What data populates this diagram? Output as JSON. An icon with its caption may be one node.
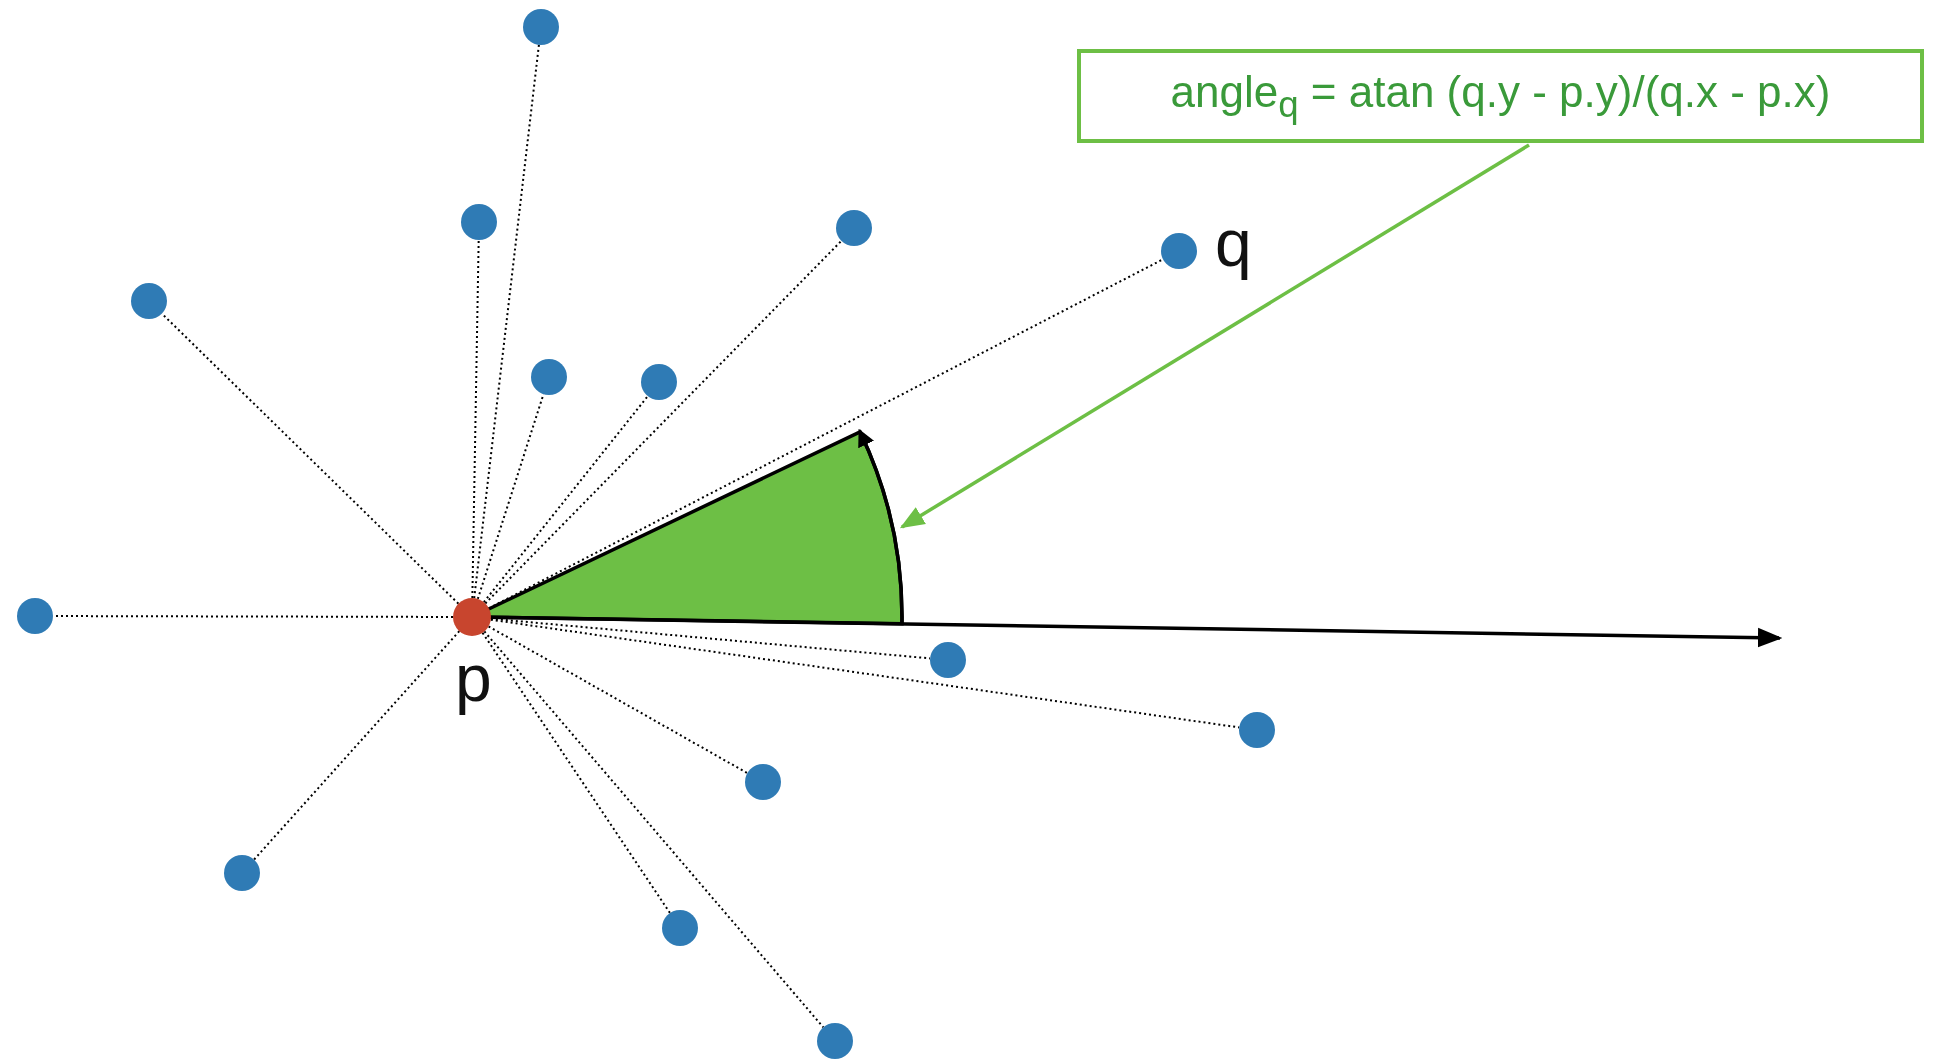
{
  "diagram": {
    "nodes": [
      {
        "text": [
          "angle$_{q}$ = atan (q.y - p.y)/(q.x - p.x)"
        ]
      },
      {
        "text": [],
        "shape": "circle",
        "beside": [
          "p"
        ]
      },
      {
        "text": [],
        "shape": "sector"
      },
      {
        "text": [],
        "shape": "circle"
      },
      {
        "text": [],
        "shape": "circle"
      },
      {
        "text": [],
        "shape": "circle"
      },
      {
        "text": [],
        "shape": "circle",
        "beside": [
          "q"
        ]
      },
      {
        "text": [],
        "shape": "circle"
      },
      {
        "text": [],
        "shape": "circle"
      },
      {
        "text": [],
        "shape": "circle"
      },
      {
        "text": [],
        "shape": "circle"
      },
      {
        "text": [],
        "shape": "circle"
      },
      {
        "text": [],
        "shape": "circle"
      },
      {
        "text": [],
        "shape": "circle"
      },
      {
        "text": [],
        "shape": "circle"
      },
      {
        "text": [],
        "shape": "circle"
      },
      {
        "text": [],
        "shape": "circle"
      }
    ],
    "edges": [
      {
        "from": 0,
        "to": 2,
        "arrow": "to",
        "color": "#6dbf45"
      },
      {
        "from": 1,
        "to": null,
        "arrow": "to"
      },
      {
        "from": 1,
        "to": 3,
        "arrow": "none",
        "style": "dashed"
      },
      {
        "from": 1,
        "to": 4,
        "arrow": "none",
        "style": "dashed"
      },
      {
        "from": 1,
        "to": 5,
        "arrow": "none",
        "style": "dashed"
      },
      {
        "from": 1,
        "to": 6,
        "arrow": "none",
        "style": "dashed"
      },
      {
        "from": 1,
        "to": 7,
        "arrow": "none",
        "style": "dashed"
      },
      {
        "from": 1,
        "to": 8,
        "arrow": "none",
        "style": "dashed"
      },
      {
        "from": 1,
        "to": 9,
        "arrow": "none",
        "style": "dashed"
      },
      {
        "from": 1,
        "to": 10,
        "arrow": "none",
        "style": "dashed"
      },
      {
        "from": 1,
        "to": 11,
        "arrow": "none",
        "style": "dashed"
      },
      {
        "from": 1,
        "to": 12,
        "arrow": "none",
        "style": "dashed"
      },
      {
        "from": 1,
        "to": 13,
        "arrow": "none",
        "style": "dashed"
      },
      {
        "from": 1,
        "to": 14,
        "arrow": "none",
        "style": "dashed"
      },
      {
        "from": 1,
        "to": 15,
        "arrow": "none",
        "style": "dashed"
      },
      {
        "from": 1,
        "to": 16,
        "arrow": "none",
        "style": "dashed"
      }
    ]
  }
}
